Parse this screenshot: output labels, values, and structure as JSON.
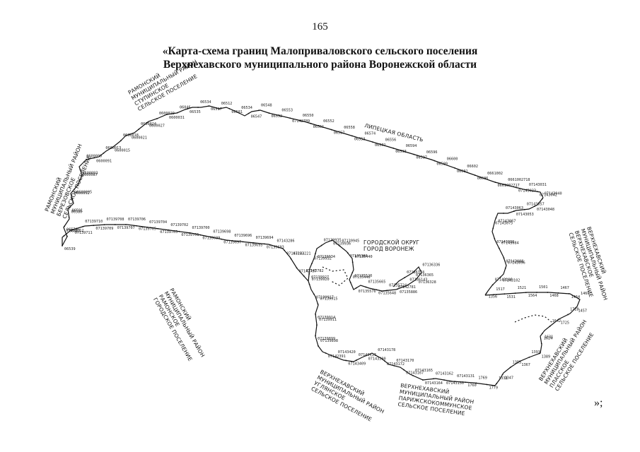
{
  "page": {
    "number": "165"
  },
  "title": {
    "line1": "«Карта-схема границ Малоприваловского сельского поселения",
    "line2": "Верхнехавского муниципального района Воронежской области"
  },
  "closing_mark": "»;",
  "regions": {
    "ramon_stupinskoe": [
      "РАМОНСКИЙ",
      "МУНИЦИПАЛЬНЫЙ РАЙОН",
      "СТУПИНСКОЕ",
      "СЕЛЬСКОЕ ПОСЕЛЕНИЕ"
    ],
    "ramon_berezovskoe": [
      "РАМОНСКИЙ",
      "МУНИЦИПАЛЬНЫЙ РАЙОН",
      "БЕРЕЗОВСКОЕ",
      "СЕЛЬСКОЕ ПОСЕЛЕНИЕ"
    ],
    "lipetsk": "ЛИПЕЦКАЯ ОБЛАСТЬ",
    "voronezh_city": [
      "ГОРОДСКОЙ ОКРУГ",
      "ГОРОД ВОРОНЕЖ"
    ],
    "ramon_gorodskoe": [
      "РАМОНСКИЙ",
      "МУНИЦИПАЛЬНЫЙ РАЙОН",
      "РАМОНСКОЕ",
      "ГОРОДСКОЕ ПОСЕЛЕНИЕ"
    ],
    "vhava_east": [
      "ВЕРХНЕХАВСКИЙ",
      "МУНИЦИПАЛЬНЫЙ РАЙОН",
      "ВЕРХНЕХАВСКОЕ",
      "СЕЛЬСКОЕ ПОСЕЛЕНИЕ"
    ],
    "vhava_ugljanskoe": [
      "ВЕРХНЕХАВСКИЙ",
      "МУНИЦИПАЛЬНЫЙ РАЙОН",
      "УГЛЯНСКОЕ",
      "СЕЛЬСКОЕ ПОСЕЛЕНИЕ"
    ],
    "vhava_parizh": [
      "ВЕРХНЕХАВСКИЙ",
      "МУНИЦИПАЛЬНЫЙ РАЙОН",
      "ПАРИЖСКОКОММУНСКОЕ",
      "СЕЛЬСКОЕ ПОСЕЛЕНИЕ"
    ],
    "vhava_sukhoe": [
      "ВЕРХНЕХАВСКИЙ",
      "МУНИЦИПАЛЬНЫЙ РАЙОН",
      "ПЛАССКОЕ",
      "СЕЛЬСКОЕ ПОСЕЛЕНИЕ"
    ]
  },
  "points": [
    "06539",
    "06523",
    "06570",
    "06580",
    "06591",
    "0600092",
    "0600095",
    "0600087",
    "0600093",
    "0600090",
    "0600091",
    "0600013",
    "0600015",
    "0600018",
    "0600021",
    "0600024",
    "0600027",
    "0600029",
    "0600031",
    "06046",
    "06535",
    "06534",
    "06517",
    "06512",
    "06581",
    "06534",
    "06547",
    "06548",
    "06552",
    "06553",
    "07142789",
    "06550",
    "06551",
    "06552",
    "06557",
    "06558",
    "06553",
    "06574",
    "06571",
    "06556",
    "06593",
    "06594",
    "06597",
    "06596",
    "06599",
    "06600",
    "06601",
    "06602",
    "06606",
    "0661002",
    "0661002717",
    "0661002718",
    "07143023",
    "07143031",
    "07143042",
    "07143040",
    "07143048",
    "07143057",
    "07143053",
    "07143063",
    "07143067",
    "07143075",
    "07143080",
    "07143084",
    "07143088",
    "07143096",
    "07143102",
    "07143106",
    "1356",
    "1517",
    "1531",
    "1521",
    "1564",
    "1501",
    "1468",
    "1467",
    "1464",
    "1460",
    "1457",
    "1728",
    "1725",
    "1642",
    "1631",
    "1624",
    "1389",
    "1393",
    "1367",
    "1353",
    "1347",
    "1333",
    "1779",
    "1769",
    "1760",
    "07143131",
    "07143150",
    "07143162",
    "07143164",
    "07143165",
    "07143167",
    "07143170",
    "07143172",
    "07143178",
    "07143390",
    "07143417",
    "07143409",
    "07143420",
    "07142391",
    "07139898",
    "07139899",
    "07139911",
    "07139914",
    "07139915",
    "07139917",
    "07139920",
    "07139927",
    "07139932",
    "07139934",
    "07139935",
    "07139936",
    "07139945",
    "07135366",
    "07135440",
    "07135520",
    "07135448",
    "07135576",
    "07135665",
    "07135648",
    "07135724",
    "07135886",
    "07136143",
    "07136328",
    "07136336",
    "07136365",
    "07136374",
    "07142781",
    "07142782",
    "07142797",
    "07143221",
    "07143232",
    "07143286",
    "07139693",
    "07139694",
    "07139695",
    "07139696",
    "07139697",
    "07139698",
    "07139699",
    "07139700",
    "07139701",
    "07139702",
    "07139703",
    "07139704",
    "07139705",
    "07139706",
    "07139707",
    "07139708",
    "07139709",
    "07139710",
    "07139711",
    "07139712"
  ]
}
